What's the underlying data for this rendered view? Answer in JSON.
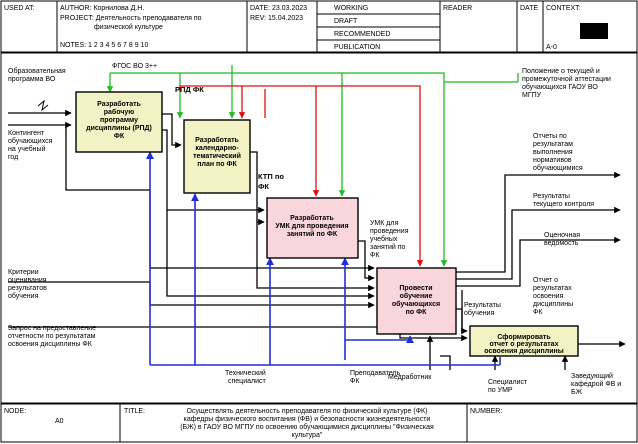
{
  "header": {
    "used_at": "USED AT:",
    "author": "AUTHOR:  Корнилова Д.Н.",
    "project_line1": "PROJECT:  Деятельность преподавателя по",
    "project_line2": "физической культуре",
    "date_label": "DATE:  23.03.2023",
    "rev_label": "REV:    15.04.2023",
    "notes": "NOTES:  1  2  3  4  5  6  7  8  9  10",
    "status": [
      "WORKING",
      "DRAFT",
      "RECOMMENDED",
      "PUBLICATION"
    ],
    "reader": "READER",
    "date": "DATE",
    "context": "CONTEXT:",
    "context_node": "A-0"
  },
  "footer": {
    "node_label": "NODE:",
    "node_value": "A0",
    "title_label": "TITLE:",
    "title_lines": [
      "Осуществлять деятельность  преподавателя по физической культуре (ФК)",
      "кафедры физического  воспитания (ФВ) и безопасности  жизнедеятельности",
      "(БЖ)  в ГАОУ  ВО МГПУ по освоению  обучающимися дисциплины \"Физическая",
      "культура\""
    ],
    "number_label": "NUMBER:"
  },
  "boxes": [
    {
      "id": "b1",
      "lines": [
        "Разработать",
        "рабочую",
        "программу",
        "дисциплины (РПД)",
        "ФК"
      ],
      "num": ""
    },
    {
      "id": "b2",
      "lines": [
        "Разработать",
        "календарно-",
        "тематический",
        "план по ФК"
      ],
      "num": ""
    },
    {
      "id": "b3",
      "lines": [
        "Разработать",
        "УМК для проведения",
        "занятий по ФК"
      ],
      "num": ""
    },
    {
      "id": "b4",
      "lines": [
        "Провести",
        "обучение",
        "обучающихся",
        "по ФК"
      ],
      "num": ""
    },
    {
      "id": "b5",
      "lines": [
        "Сформировать",
        "отчет о результатах",
        "освоения дисциплины"
      ],
      "num": ""
    }
  ],
  "labels": {
    "input_program": [
      "Образовательная",
      "программа ВО"
    ],
    "input_contingent": [
      "Контингент",
      "обучающихся",
      "на учебный",
      "год"
    ],
    "input_criteria": [
      "Критерии",
      "оценивания",
      "результатов",
      "обучения"
    ],
    "input_request": [
      "Запрос на предоставление",
      "отчетности по результатам",
      "освоения дисциплины ФК"
    ],
    "control_fgos": "ФГОС ВО 3++",
    "rpd_fk": "РПД ФК",
    "ktp_fk": [
      "КТП по",
      "ФК"
    ],
    "umk": [
      "УМК для",
      "проведения",
      "учебных",
      "занятий по",
      "ФК"
    ],
    "control_regulation": [
      "Положение о текущей и",
      "промежуточной аттестации",
      "обучающихся ГАОУ ВО",
      "МГПУ"
    ],
    "out_norms": [
      "Отчеты по",
      "результатам",
      "выполнения",
      "нормативов",
      "обучающимися"
    ],
    "out_current": [
      "Результаты",
      "текущего контроля"
    ],
    "out_grades": [
      "Оценочная",
      "ведомость"
    ],
    "out_report": [
      "Отчет о",
      "результатах",
      "освоения",
      "дисциплины",
      "ФК"
    ],
    "training_results": [
      "Результаты",
      "обучения"
    ],
    "mech_tech": [
      "Технический",
      "специалист"
    ],
    "mech_teacher": [
      "Преподаватель",
      "ФК"
    ],
    "mech_medic": "Медработник",
    "mech_umr": [
      "Специалист",
      "по УМР"
    ],
    "mech_head": [
      "Заведующий",
      "кафедрой ФВ и",
      "БЖ"
    ]
  },
  "colors": {
    "box_fill_1": "#f2f2c4",
    "box_fill_2": "#f9d5dc",
    "control_green": "#22bb22",
    "control_red": "#e01010",
    "mechanism_blue": "#1e2fd6"
  }
}
